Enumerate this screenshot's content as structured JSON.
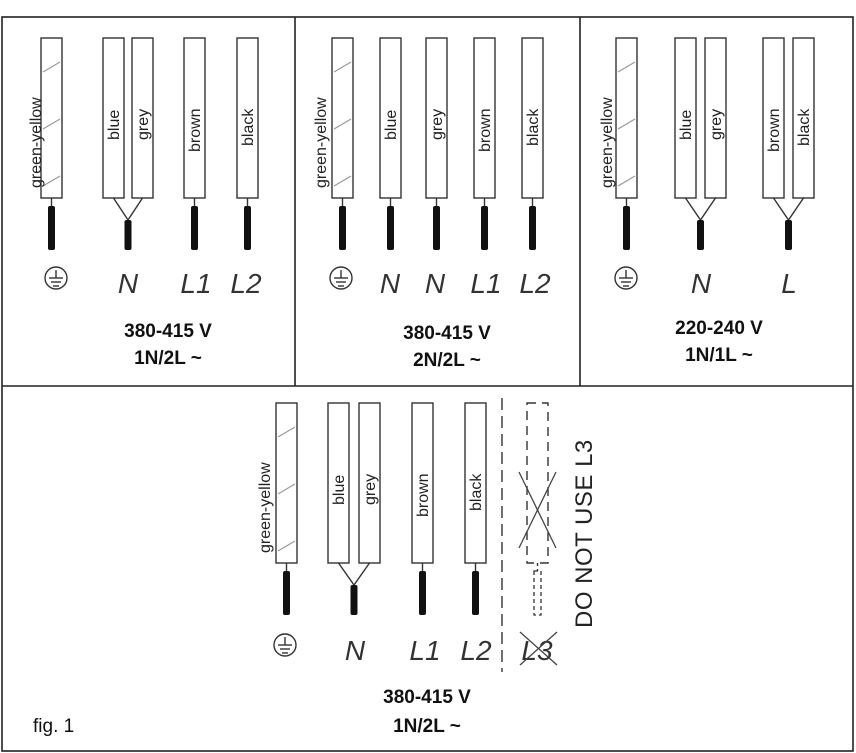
{
  "colors": {
    "line": "#333333",
    "frame": "#222222",
    "hatch": "#9a9a9a",
    "core": "#111111"
  },
  "panels": [
    {
      "id": "panel-1",
      "wires": [
        "green-yellow",
        "blue",
        "grey",
        "brown",
        "black"
      ],
      "terminals": [
        "N",
        "L1",
        "L2"
      ],
      "voltage": "380-415 V",
      "config": "1N/2L ~"
    },
    {
      "id": "panel-2",
      "wires": [
        "green-yellow",
        "blue",
        "grey",
        "brown",
        "black"
      ],
      "terminals": [
        "N",
        "N",
        "L1",
        "L2"
      ],
      "voltage": "380-415 V",
      "config": "2N/2L ~"
    },
    {
      "id": "panel-3",
      "wires": [
        "green-yellow",
        "blue",
        "grey",
        "brown",
        "black"
      ],
      "terminals": [
        "N",
        "L"
      ],
      "voltage": "220-240 V",
      "config": "1N/1L ~"
    },
    {
      "id": "panel-4",
      "wires": [
        "green-yellow",
        "blue",
        "grey",
        "brown",
        "black"
      ],
      "terminals": [
        "N",
        "L1",
        "L2",
        "L3"
      ],
      "voltage": "380-415 V",
      "config": "1N/2L ~",
      "warning": "DO NOT USE L3"
    }
  ],
  "figure_label": "fig. 1"
}
